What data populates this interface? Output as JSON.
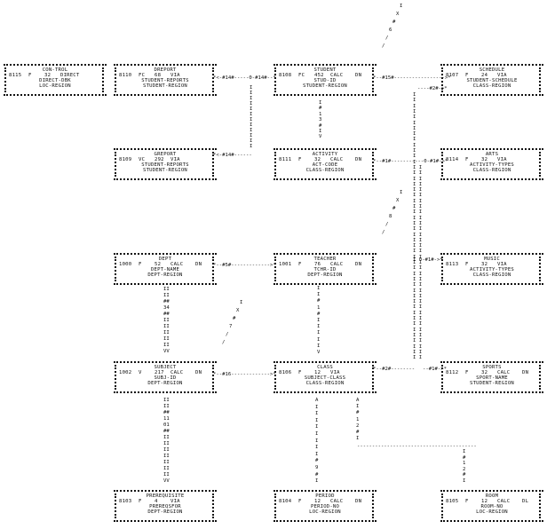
{
  "diagram": {
    "type": "IDMS schema (Bachman) diagram",
    "records": [
      {
        "id": "con-trol",
        "name": "CON-TROL",
        "record_id": "8115",
        "length_type": "F",
        "length": "32",
        "location_mode": "DIRECT",
        "via_set": "",
        "calc_key": "DIRECT-DBK",
        "area": "LOC-REGION"
      },
      {
        "id": "dreport",
        "name": "DREPORT",
        "record_id": "8110",
        "length_type": "FC",
        "length": "68",
        "location_mode": "VIA",
        "via_set": "",
        "calc_key": "STUDENT-REPORTS",
        "area": "STUDENT-REGION"
      },
      {
        "id": "student",
        "name": "STUDENT",
        "record_id": "8108",
        "length_type": "FC",
        "length": "452",
        "location_mode": "CALC",
        "via_set": "DN",
        "calc_key": "STUD-ID",
        "area": "STUDENT-REGION"
      },
      {
        "id": "schedule",
        "name": "SCHEDULE",
        "record_id": "8107",
        "length_type": "F",
        "length": "24",
        "location_mode": "VIA",
        "via_set": "",
        "calc_key": "STUDENT-SCHEDULE",
        "area": "CLASS-REGION"
      },
      {
        "id": "greport",
        "name": "GREPORT",
        "record_id": "8109",
        "length_type": "VC",
        "length": "292",
        "location_mode": "VIA",
        "via_set": "",
        "calc_key": "STUDENT-REPORTS",
        "area": "STUDENT-REGION"
      },
      {
        "id": "activity",
        "name": "ACTIVITY",
        "record_id": "8111",
        "length_type": "F",
        "length": "32",
        "location_mode": "CALC",
        "via_set": "DN",
        "calc_key": "ACT-CODE",
        "area": "CLASS-REGION"
      },
      {
        "id": "arts",
        "name": "ARTS",
        "record_id": "8114",
        "length_type": "F",
        "length": "32",
        "location_mode": "VIA",
        "via_set": "",
        "calc_key": "ACTIVITY-TYPES",
        "area": "CLASS-REGION"
      },
      {
        "id": "dept",
        "name": "DEPT",
        "record_id": "1000",
        "length_type": "F",
        "length": "52",
        "location_mode": "CALC",
        "via_set": "DN",
        "calc_key": "DEPT-NAME",
        "area": "DEPT-REGION"
      },
      {
        "id": "teacher",
        "name": "TEACHER",
        "record_id": "1001",
        "length_type": "F",
        "length": "76",
        "location_mode": "CALC",
        "via_set": "DN",
        "calc_key": "TCHR-ID",
        "area": "DEPT-REGION"
      },
      {
        "id": "music",
        "name": "MUSIC",
        "record_id": "8113",
        "length_type": "F",
        "length": "32",
        "location_mode": "VIA",
        "via_set": "",
        "calc_key": "ACTIVITY-TYPES",
        "area": "CLASS-REGION"
      },
      {
        "id": "subject",
        "name": "SUBJECT",
        "record_id": "1002",
        "length_type": "V",
        "length": "217",
        "location_mode": "CALC",
        "via_set": "DN",
        "calc_key": "SUBJ-ID",
        "area": "DEPT-REGION"
      },
      {
        "id": "class",
        "name": "CLASS",
        "record_id": "8106",
        "length_type": "F",
        "length": "12",
        "location_mode": "VIA",
        "via_set": "",
        "calc_key": "SUBJECT-CLASS",
        "area": "CLASS-REGION"
      },
      {
        "id": "sports",
        "name": "SPORTS",
        "record_id": "8112",
        "length_type": "F",
        "length": "32",
        "location_mode": "CALC",
        "via_set": "DN",
        "calc_key": "SPORT-NAME",
        "area": "STUDENT-REGION"
      },
      {
        "id": "prerequisite",
        "name": "PREREQUISITE",
        "record_id": "8103",
        "length_type": "F",
        "length": "4",
        "location_mode": "VIA",
        "via_set": "",
        "calc_key": "PREREQSFOR",
        "area": "DEPT-REGION"
      },
      {
        "id": "period",
        "name": "PERIOD",
        "record_id": "8104",
        "length_type": "F",
        "length": "12",
        "location_mode": "CALC",
        "via_set": "DN",
        "calc_key": "PERIOD-NO",
        "area": "LOC-REGION"
      },
      {
        "id": "room",
        "name": "ROOM",
        "record_id": "8105",
        "length_type": "F",
        "length": "12",
        "location_mode": "CALC",
        "via_set": "DL",
        "calc_key": "ROOM-NO",
        "area": "LOC-REGION"
      }
    ],
    "connectors": [
      {
        "id": "c-dreport-student",
        "text": "*<-#14#-----0-#14#--*"
      },
      {
        "id": "c-greport",
        "text": "*<-#14#------"
      },
      {
        "id": "c-student-schedule",
        "text": "*--#15#----------------->*"
      },
      {
        "id": "c-schedule-2",
        "text": "----#2#->*"
      },
      {
        "id": "c-activity-arts",
        "text": "*--#1#-----------0-#1#->*"
      },
      {
        "id": "c-dept-teacher",
        "text": "*--#5#------------->*"
      },
      {
        "id": "c-music",
        "text": "I 0-#1#->*"
      },
      {
        "id": "c-subject-class",
        "text": "*--#16------------->*"
      },
      {
        "id": "c-class-sports-a",
        "text": "*--#2#--------"
      },
      {
        "id": "c-class-sports-b",
        "text": "--#1#->*"
      },
      {
        "id": "c-class-room",
        "text": "----------------------------------------"
      },
      {
        "id": "v-student-activity",
        "text": "I#13#IV"
      },
      {
        "id": "v-teacher-class",
        "text": "I I # 1 # I I I I I V"
      },
      {
        "id": "v-dept-subject",
        "text": "II II ## 34 ## II II II II II VV"
      },
      {
        "id": "v-subject-prereq",
        "text": "II II ## 11 01 ## II II II II II II II VV"
      },
      {
        "id": "v-class-period",
        "text": "A I I I I I I I I # 9 # I"
      },
      {
        "id": "v-class-room",
        "text": "A I # 1 2 # I"
      },
      {
        "id": "v-room-in",
        "text": "I # 1 2 # I"
      },
      {
        "id": "d-student-6",
        "text": "I X # 6 / /"
      },
      {
        "id": "d-teacher-8",
        "text": "I X # 8 / /"
      },
      {
        "id": "d-subject-7",
        "text": "I X # 7 / /"
      }
    ]
  }
}
